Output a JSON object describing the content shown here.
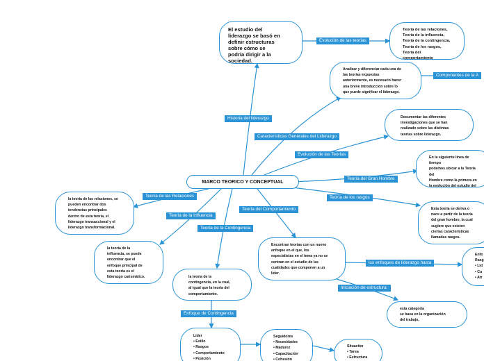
{
  "central": "MARCO TEORICO Y CONCEPTUAL",
  "nodes": {
    "intro": "El estudio del\nliderazgo se basó en\ndefinir estructuras\nsobre cómo se\npodría dirigir a la\nsociedad.",
    "theories_list": "Teoría de las relaciones,\nTeoría de la influencia,\nTeoría de la contingencia,\nTeoría de los rasgos,\nTeoría del comportamiento",
    "analyze": "Analizar y diferenciar cada una de\nlas teorías expuestas\nanteriormente, es necesario hacer\nuna breve introducción sobre lo\nque puede significar el liderazgo.",
    "document": "Documentar las diferentes\ninvestigaciones que se han\nrealizado sobre las distintas\nteorías sobre liderazgo.",
    "great_man": "En la siguiente línea de tiempo\npodemos ubicar a la Teoría del\nHombre como la primera en\n la evolución del estudio del\nliderazgo.",
    "traits": "Esta teoría se deriva o\nnace a partir de la teoría\ndel gran hombre, la cual\nsugiere que existen\n ciertas características\nllamadas rasgos.",
    "relations": "la teoría de las relaciones, se\npueden encontrar dos\ntendencias principales\ndentro de esta teoría, el\nliderazgo transaccional y el\nliderazgo transformacional.",
    "influence": "la teoría de la\ninfluencia, se puede\nencontrar que el\nenfoque principal de\nesta teoría es el\nliderazgo carismático.",
    "contingency": "la teoría de la\ncontingencia, en la cual,\nal igual que la teoría del\ncomportamiento.",
    "behavior": "Encontran teorías con un nuevo\nenfoque en el que, los\nespecialistas en el tema ya no se\ncentran en el estudio de las\ncualidades que componen a un\nlíder.",
    "approach": "Enfo\nRasg\n• Lid\n• Cu\n• Atr",
    "structure": "esta categoría\n se basa en la organización\ndel trabajo,",
    "leader": "Líder\n• Estilo\n• Rasgos\n• Comportamiento\n• Posición",
    "followers": "Seguidores\n• Necesidades\n• Madurez\n• Capacitación\n• Cohesión",
    "situation": "Situación\n• Tarea\n• Estructura"
  },
  "labels": {
    "evolucion_teorias": "Evolución de las teorías",
    "componentes": "Componentes de la A",
    "historia": "Historia del liderazgo",
    "caracteristicas": "Características Generales del Liderazgo",
    "evolucion_teorias2": "Evolución de las Teorías",
    "gran_hombre": "Teoría del Gran Hombre",
    "rasgos": "Teoría de los rasgos",
    "relaciones": "Teoría de las Relaciones",
    "influencia": "Teoría de la Influencia",
    "contingencia": "Teoría de la Contingencia",
    "comportamiento": "Teoría del Comportamiento",
    "enfoques": "los enfoques de liderazgo hasta",
    "iniciacion": "Iniciación de estructura:",
    "enfoque_contingencia": "Enfoque de Contingencia"
  },
  "colors": {
    "accent": "#2a93d5",
    "line": "#2a93d5"
  }
}
